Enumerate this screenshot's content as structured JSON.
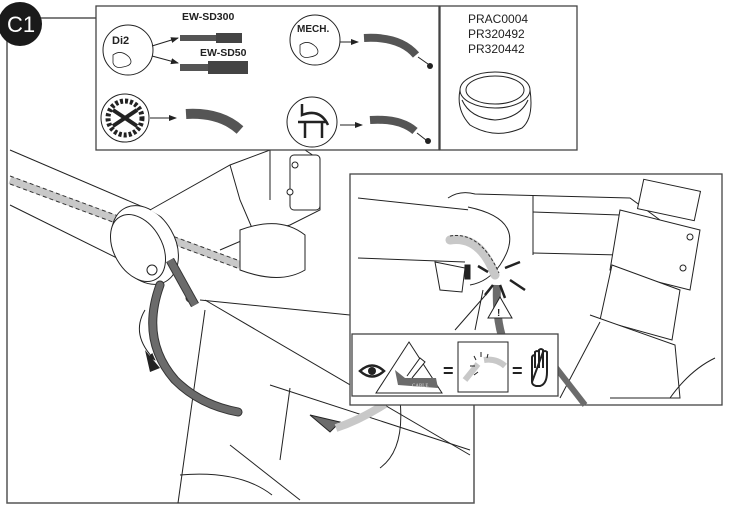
{
  "step": {
    "badge": "C1"
  },
  "compatibility_panel": {
    "di2": {
      "icon": "di2-derailleur-icon",
      "brand_label": "Di2",
      "connectors": [
        {
          "label": "EW-SD300",
          "icon": "di2-connector-icon"
        },
        {
          "label": "EW-SD50",
          "icon": "di2-connector-icon"
        }
      ]
    },
    "mechanical": {
      "icon": "mechanical-derailleur-icon",
      "label": "MECH.",
      "result_icon": "cable-housing-icon"
    },
    "disc_brake": {
      "icon": "disc-rotor-icon",
      "result_icon": "hydraulic-hose-icon"
    },
    "rim_brake": {
      "icon": "rim-brake-caliper-icon",
      "result_icon": "cable-housing-icon"
    }
  },
  "parts_panel": {
    "codes": [
      "PRAC0004",
      "PR320492",
      "PR320442"
    ],
    "icon": "headset-spacer-ring-icon"
  },
  "main_illustration": {
    "subject": "stem-handlebar-cable-routing",
    "arrow_icon": "routing-arrow-icon"
  },
  "detail_view": {
    "subject": "cable-exit-stem-clamp-detail",
    "warning_icon": "warning-triangle-icon"
  },
  "warning_legend": {
    "items": [
      {
        "icon": "eye-icon"
      },
      {
        "icon": "cable-sharp-edge-icon",
        "label": "CABLE"
      },
      {
        "symbol": "="
      },
      {
        "icon": "cable-damage-icon"
      },
      {
        "symbol": "="
      },
      {
        "icon": "stop-hand-icon"
      }
    ]
  },
  "colors": {
    "line": "#222222",
    "cable_dark": "#6b6b6b",
    "cable_light": "#c8c8c8",
    "badge_bg": "#1a1a1a"
  }
}
